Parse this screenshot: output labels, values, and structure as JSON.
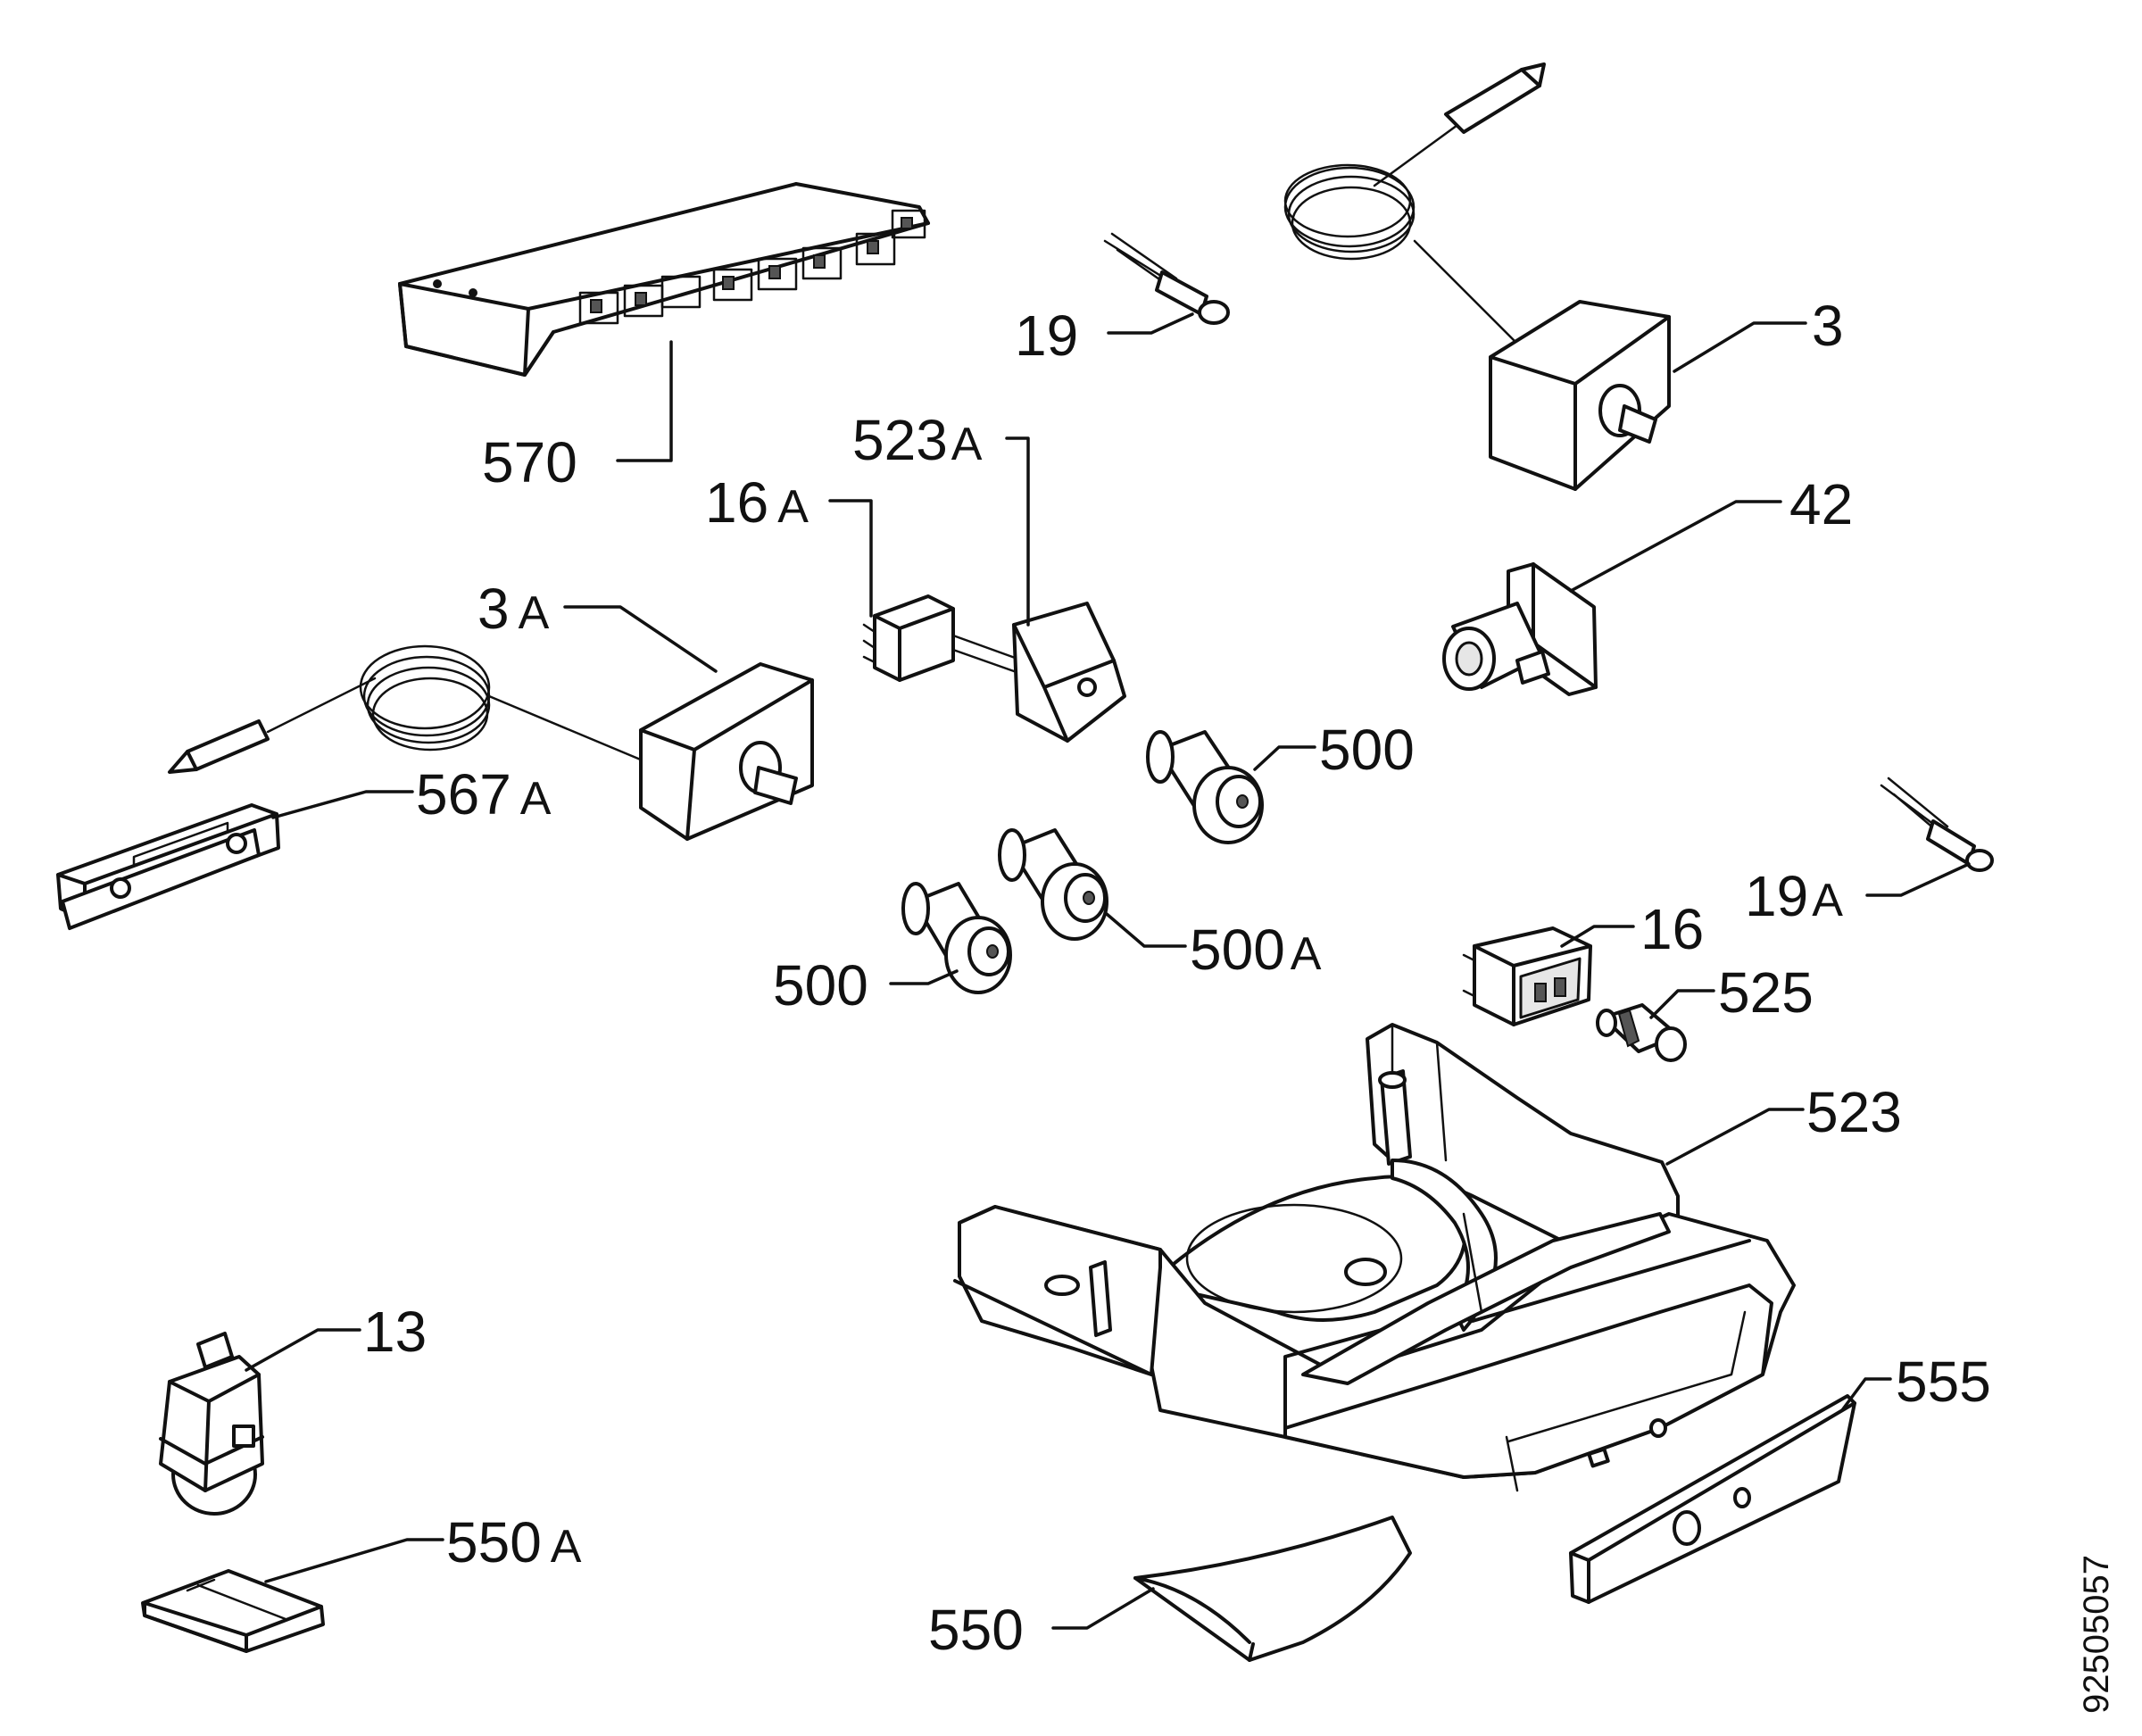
{
  "doc_id": "92505057",
  "callouts": [
    {
      "id": "570",
      "num": "570",
      "suffix": ""
    },
    {
      "id": "19",
      "num": "19",
      "suffix": ""
    },
    {
      "id": "3",
      "num": "3",
      "suffix": ""
    },
    {
      "id": "523a",
      "num": "523",
      "suffix": "A"
    },
    {
      "id": "16a",
      "num": "16",
      "suffix": "A"
    },
    {
      "id": "42",
      "num": "42",
      "suffix": ""
    },
    {
      "id": "3a",
      "num": "3",
      "suffix": "A"
    },
    {
      "id": "500-right",
      "num": "500",
      "suffix": ""
    },
    {
      "id": "567a",
      "num": "567",
      "suffix": "A"
    },
    {
      "id": "19a",
      "num": "19",
      "suffix": "A"
    },
    {
      "id": "16",
      "num": "16",
      "suffix": ""
    },
    {
      "id": "500a",
      "num": "500",
      "suffix": "A"
    },
    {
      "id": "525",
      "num": "525",
      "suffix": ""
    },
    {
      "id": "500-left",
      "num": "500",
      "suffix": ""
    },
    {
      "id": "523",
      "num": "523",
      "suffix": ""
    },
    {
      "id": "13",
      "num": "13",
      "suffix": ""
    },
    {
      "id": "555",
      "num": "555",
      "suffix": ""
    },
    {
      "id": "550a",
      "num": "550",
      "suffix": "A"
    },
    {
      "id": "550",
      "num": "550",
      "suffix": ""
    }
  ]
}
